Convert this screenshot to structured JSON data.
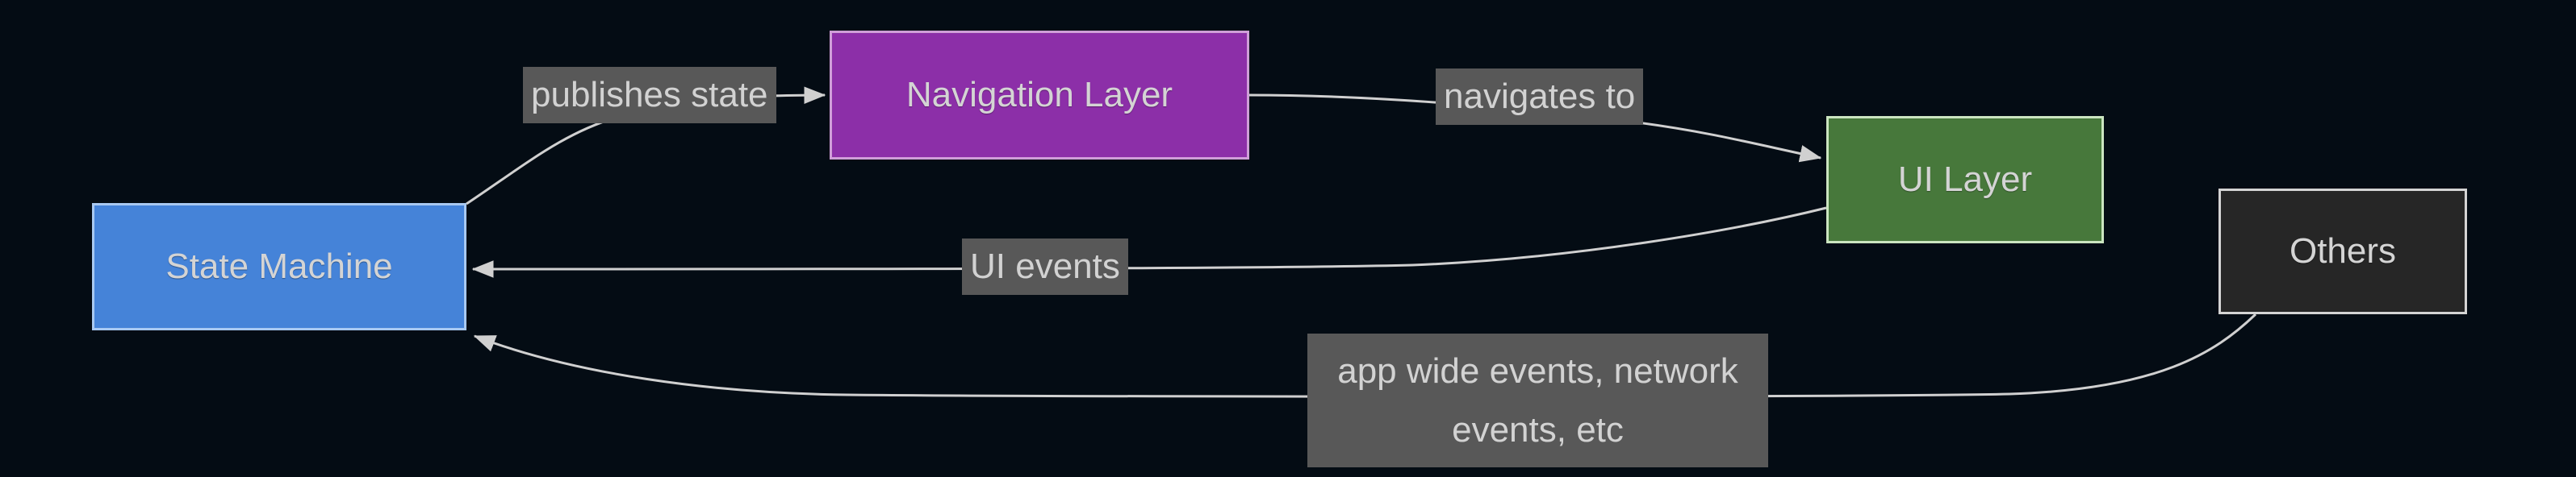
{
  "diagram": {
    "type": "flowchart",
    "background_color": "#040c14",
    "edge_color": "#d0d0d0",
    "edge_label_bg": "#585858",
    "edge_label_text_color": "#d2d2d2",
    "nodes": [
      {
        "id": "state-machine",
        "label": "State Machine",
        "fill": "#4583d8",
        "border": "#a9c9f1",
        "text_color": "#d4d4d4"
      },
      {
        "id": "navigation-layer",
        "label": "Navigation Layer",
        "fill": "#8c2fa8",
        "border": "#cf9ed8",
        "text_color": "#d4d4d4"
      },
      {
        "id": "ui-layer",
        "label": "UI Layer",
        "fill": "#47783b",
        "border": "#cbe5c0",
        "text_color": "#d4d4d4"
      },
      {
        "id": "others",
        "label": "Others",
        "fill": "#262626",
        "border": "#d4d4d4",
        "text_color": "#d4d4d4"
      }
    ],
    "edges": [
      {
        "from": "State Machine",
        "to": "Navigation Layer",
        "label": "publishes state"
      },
      {
        "from": "Navigation Layer",
        "to": "UI Layer",
        "label": "navigates to"
      },
      {
        "from": "UI Layer",
        "to": "State Machine",
        "label": "UI events"
      },
      {
        "from": "Others",
        "to": "State Machine",
        "label": "app wide events, network events, etc",
        "label_lines": [
          "app wide events, network",
          "events, etc"
        ]
      }
    ]
  }
}
